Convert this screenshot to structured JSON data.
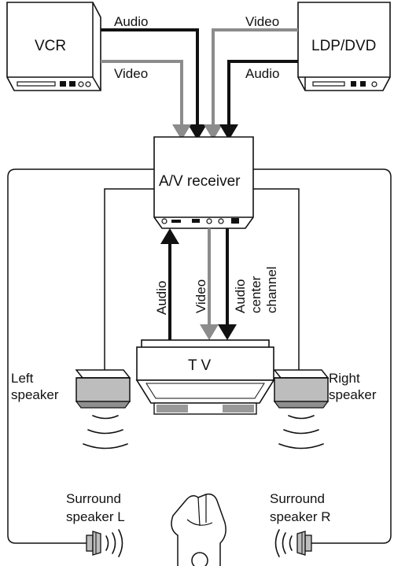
{
  "devices": {
    "vcr": "VCR",
    "ldp": "LDP/DVD",
    "receiver": "A/V receiver",
    "tv": "T V"
  },
  "signals": {
    "vcr_audio": "Audio",
    "vcr_video": "Video",
    "ldp_video": "Video",
    "ldp_audio": "Audio",
    "tv_audio": "Audio",
    "tv_video": "Video",
    "center_1": "Audio",
    "center_2": "center",
    "center_3": "channel"
  },
  "speakers": {
    "left_1": "Left",
    "left_2": "speaker",
    "right_1": "Right",
    "right_2": "speaker",
    "surround_l_1": "Surround",
    "surround_l_2": "speaker L",
    "surround_r_1": "Surround",
    "surround_r_2": "speaker R"
  },
  "colors": {
    "audio_line": "#111111",
    "video_line": "#8c8c8c"
  }
}
